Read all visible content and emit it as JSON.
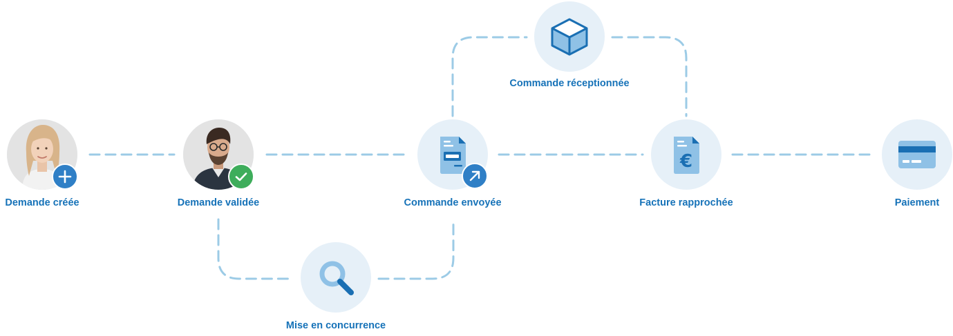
{
  "colors": {
    "accent": "#1672b8",
    "node_bg": "#e6f0f8",
    "connector": "#9ccbe6",
    "badge_blue": "#2f7fc6",
    "badge_green": "#3ead5b",
    "icon_light": "#8fc1e6",
    "icon_dark": "#1a6fb3"
  },
  "steps": {
    "demande_creee": {
      "label": "Demande créée",
      "icon": "person-avatar-female",
      "badge": "plus-icon"
    },
    "demande_validee": {
      "label": "Demande validée",
      "icon": "person-avatar-male",
      "badge": "check-icon"
    },
    "commande_envoyee": {
      "label": "Commande envoyée",
      "icon": "document-icon",
      "badge": "arrow-up-right-icon"
    },
    "commande_receptionnee": {
      "label": "Commande réceptionnée",
      "icon": "box-icon"
    },
    "facture_rapprochee": {
      "label": "Facture rapprochée",
      "icon": "euro-invoice-icon"
    },
    "paiement": {
      "label": "Paiement",
      "icon": "credit-card-icon"
    },
    "mise_en_concurrence": {
      "label": "Mise en concurrence",
      "icon": "magnifier-icon"
    }
  }
}
